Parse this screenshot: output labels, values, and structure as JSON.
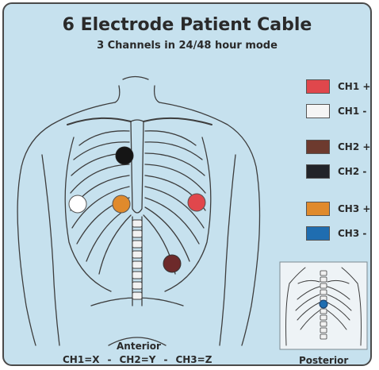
{
  "title": "6 Electrode Patient Cable",
  "subtitle": "3 Channels in 24/48 hour mode",
  "legend": [
    {
      "label": "CH1 +",
      "color": "#e0474c"
    },
    {
      "label": "CH1 -",
      "color": "#f5f5f5"
    },
    {
      "label": "CH2 +",
      "color": "#6d3a2e"
    },
    {
      "label": "CH2 -",
      "color": "#222429"
    },
    {
      "label": "CH3 +",
      "color": "#e08a2c"
    },
    {
      "label": "CH3 -",
      "color": "#1f6db0"
    }
  ],
  "electrodes": [
    {
      "channel": "CH2 -",
      "color": "#151515"
    },
    {
      "channel": "CH1 -",
      "color": "#ffffff"
    },
    {
      "channel": "CH3 +",
      "color": "#e08a2c"
    },
    {
      "channel": "CH1 +",
      "color": "#e0474c"
    },
    {
      "channel": "CH2 +",
      "color": "#6d2a2a"
    },
    {
      "channel": "CH3 -",
      "color": "#1f6db0"
    }
  ],
  "anterior_label": "Anterior",
  "mapping": {
    "ch1": "CH1=X",
    "ch2": "CH2=Y",
    "ch3": "CH3=Z",
    "separator": "-"
  },
  "posterior_label": "Posterior"
}
